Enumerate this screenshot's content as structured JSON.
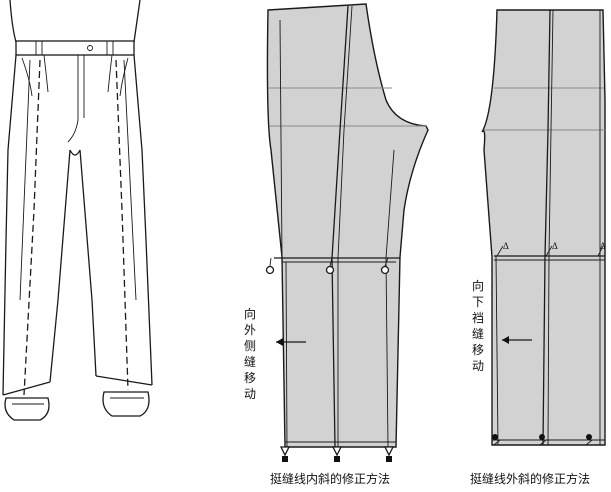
{
  "captions": {
    "left": "挺缝线内斜的修正方法",
    "right": "挺缝线外斜的修正方法"
  },
  "annotations": {
    "left_arrow_text": [
      "向",
      "外",
      "侧",
      "缝",
      "移",
      "动"
    ],
    "right_arrow_text": [
      "向",
      "下",
      "裆",
      "缝",
      "移",
      "动"
    ],
    "delta_symbol": "Δ"
  },
  "colors": {
    "panel_fill": "#d2d2d2",
    "line": "#1a1a1a"
  }
}
